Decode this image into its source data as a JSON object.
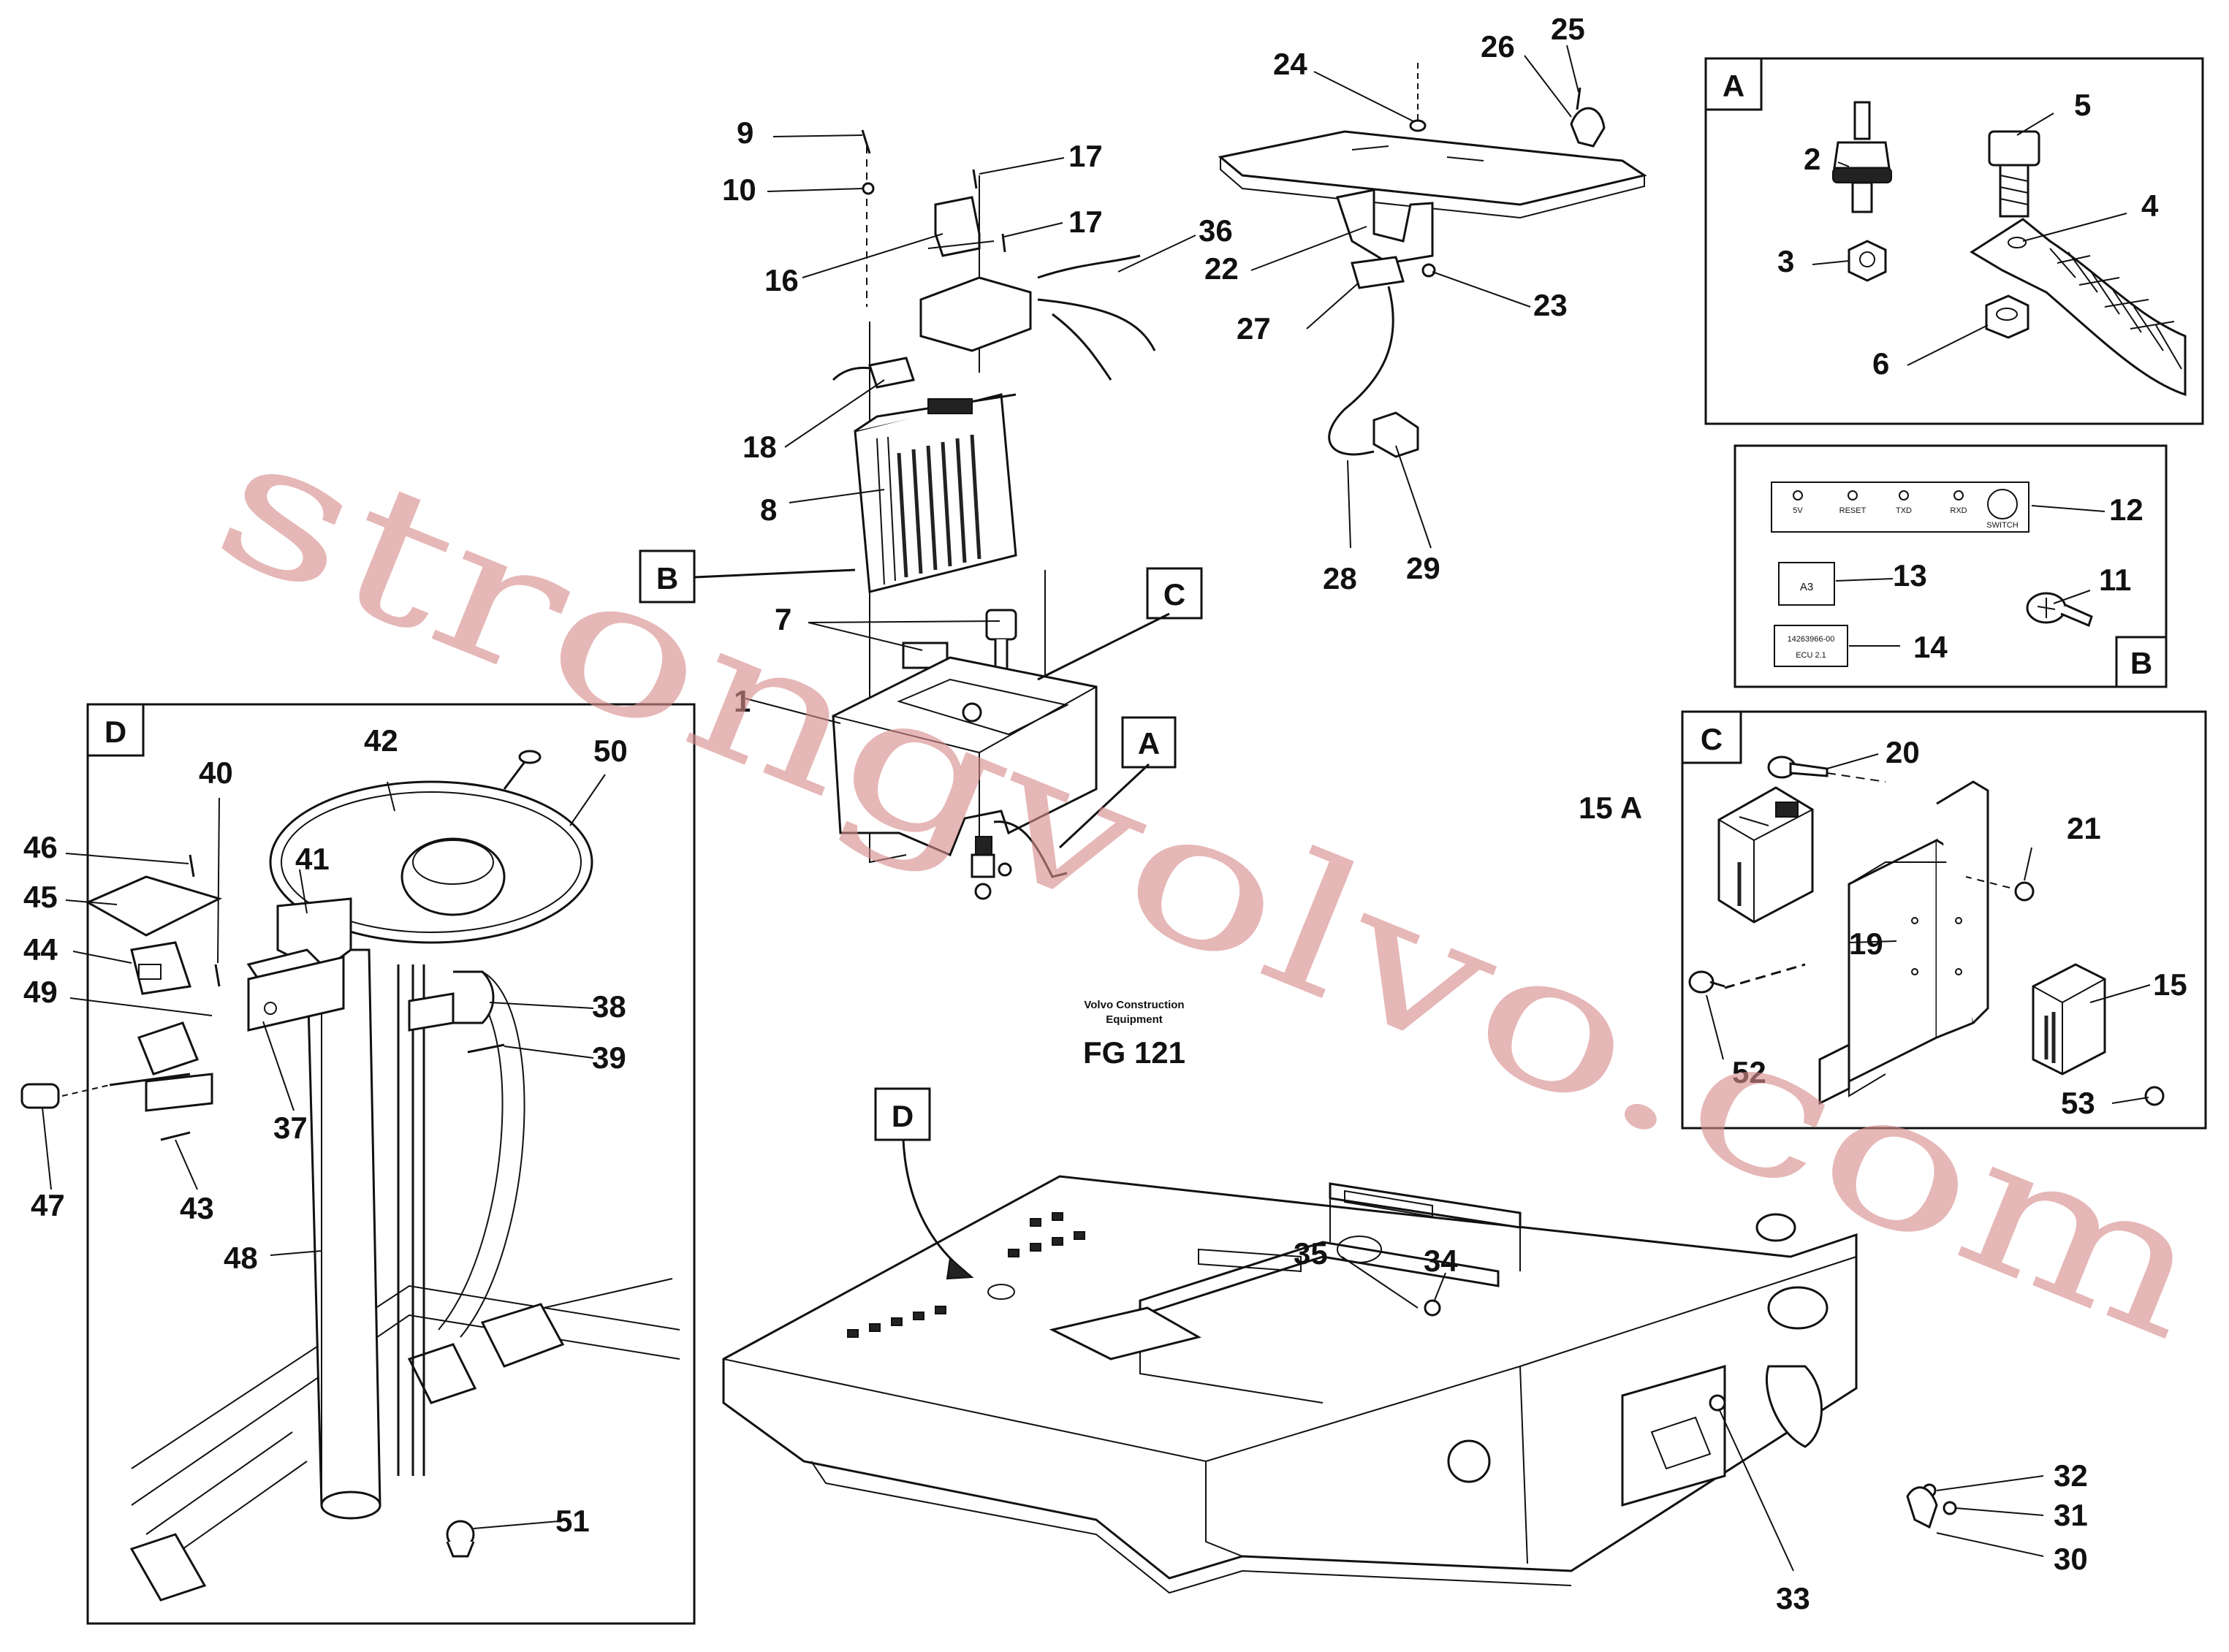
{
  "callouts": [
    {
      "id": "c1",
      "text": "1"
    },
    {
      "id": "c2",
      "text": "2"
    },
    {
      "id": "c3",
      "text": "3"
    },
    {
      "id": "c4",
      "text": "4"
    },
    {
      "id": "c5",
      "text": "5"
    },
    {
      "id": "c6",
      "text": "6"
    },
    {
      "id": "c7",
      "text": "7"
    },
    {
      "id": "c8",
      "text": "8"
    },
    {
      "id": "c9",
      "text": "9"
    },
    {
      "id": "c10",
      "text": "10"
    },
    {
      "id": "c11",
      "text": "11"
    },
    {
      "id": "c12",
      "text": "12"
    },
    {
      "id": "c13",
      "text": "13"
    },
    {
      "id": "c14",
      "text": "14"
    },
    {
      "id": "c15",
      "text": "15"
    },
    {
      "id": "c15a",
      "text": "15 A"
    },
    {
      "id": "c16",
      "text": "16"
    },
    {
      "id": "c17a",
      "text": "17"
    },
    {
      "id": "c17b",
      "text": "17"
    },
    {
      "id": "c18",
      "text": "18"
    },
    {
      "id": "c19",
      "text": "19"
    },
    {
      "id": "c20",
      "text": "20"
    },
    {
      "id": "c21",
      "text": "21"
    },
    {
      "id": "c22",
      "text": "22"
    },
    {
      "id": "c23",
      "text": "23"
    },
    {
      "id": "c24",
      "text": "24"
    },
    {
      "id": "c25",
      "text": "25"
    },
    {
      "id": "c26",
      "text": "26"
    },
    {
      "id": "c27",
      "text": "27"
    },
    {
      "id": "c28",
      "text": "28"
    },
    {
      "id": "c29",
      "text": "29"
    },
    {
      "id": "c30",
      "text": "30"
    },
    {
      "id": "c31",
      "text": "31"
    },
    {
      "id": "c32",
      "text": "32"
    },
    {
      "id": "c33",
      "text": "33"
    },
    {
      "id": "c34",
      "text": "34"
    },
    {
      "id": "c35",
      "text": "35"
    },
    {
      "id": "c36",
      "text": "36"
    },
    {
      "id": "c37",
      "text": "37"
    },
    {
      "id": "c38",
      "text": "38"
    },
    {
      "id": "c39",
      "text": "39"
    },
    {
      "id": "c40",
      "text": "40"
    },
    {
      "id": "c41",
      "text": "41"
    },
    {
      "id": "c42",
      "text": "42"
    },
    {
      "id": "c43",
      "text": "43"
    },
    {
      "id": "c44",
      "text": "44"
    },
    {
      "id": "c45",
      "text": "45"
    },
    {
      "id": "c46",
      "text": "46"
    },
    {
      "id": "c47",
      "text": "47"
    },
    {
      "id": "c48",
      "text": "48"
    },
    {
      "id": "c49",
      "text": "49"
    },
    {
      "id": "c50",
      "text": "50"
    },
    {
      "id": "c51",
      "text": "51"
    },
    {
      "id": "c52",
      "text": "52"
    },
    {
      "id": "c53",
      "text": "53"
    }
  ],
  "detail_tags": {
    "A": "A",
    "B": "B",
    "C": "C",
    "D": "D"
  },
  "detail_b_panel": {
    "led_labels": [
      "5V",
      "RESET",
      "TXD",
      "RXD"
    ],
    "switch_label": "SWITCH",
    "tag_a3": "A3",
    "ecu_label_line1": "14263966-00",
    "ecu_label_line2": "ECU 2.1"
  },
  "footer": {
    "maker_line1": "Volvo Construction",
    "maker_line2": "Equipment",
    "figure_code": "FG 121"
  },
  "watermark": "strongvolvo.com"
}
